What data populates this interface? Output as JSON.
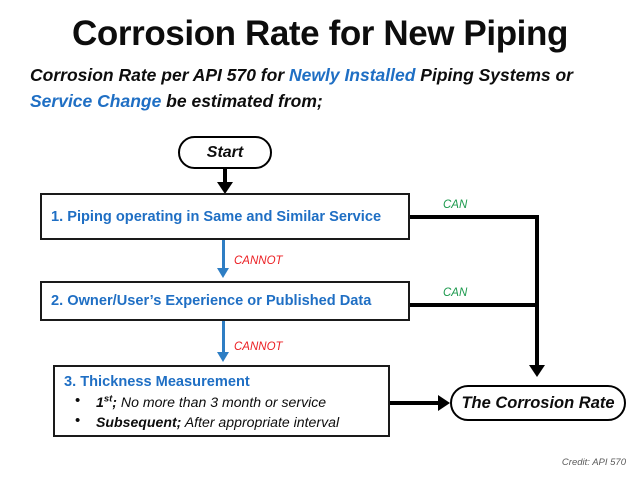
{
  "title": "Corrosion Rate for New Piping",
  "subtitle": {
    "part1": "Corrosion Rate per API 570 for ",
    "highlight1": "Newly Installed",
    "part2": " Piping Systems or ",
    "highlight2": "Service Change",
    "part3": " be estimated from;"
  },
  "nodes": {
    "start": "Start",
    "result": "The Corrosion Rate",
    "box1": "1. Piping operating in Same and Similar Service",
    "box2": "2. Owner/User’s Experience or Published Data",
    "box3": {
      "heading": "3. Thickness Measurement",
      "bullets": [
        {
          "lead": "1",
          "lead_sup": "st",
          "lead_tail": ";",
          "text": " No more than 3 month or service"
        },
        {
          "lead": "Subsequent",
          "lead_sup": "",
          "lead_tail": ";",
          "text": " After appropriate interval"
        }
      ]
    }
  },
  "edges": {
    "can1": "CAN",
    "can2": "CAN",
    "cannot1": "CANNOT",
    "cannot2": "CANNOT"
  },
  "credit": "Credit: API 570",
  "colors": {
    "accent_blue": "#1f6fc4",
    "arrow_blue": "#2e7ec4",
    "can_green": "#1d9a4e",
    "cannot_red": "#ec2024",
    "line_black": "#000000",
    "credit_gray": "#5a5a5a"
  }
}
